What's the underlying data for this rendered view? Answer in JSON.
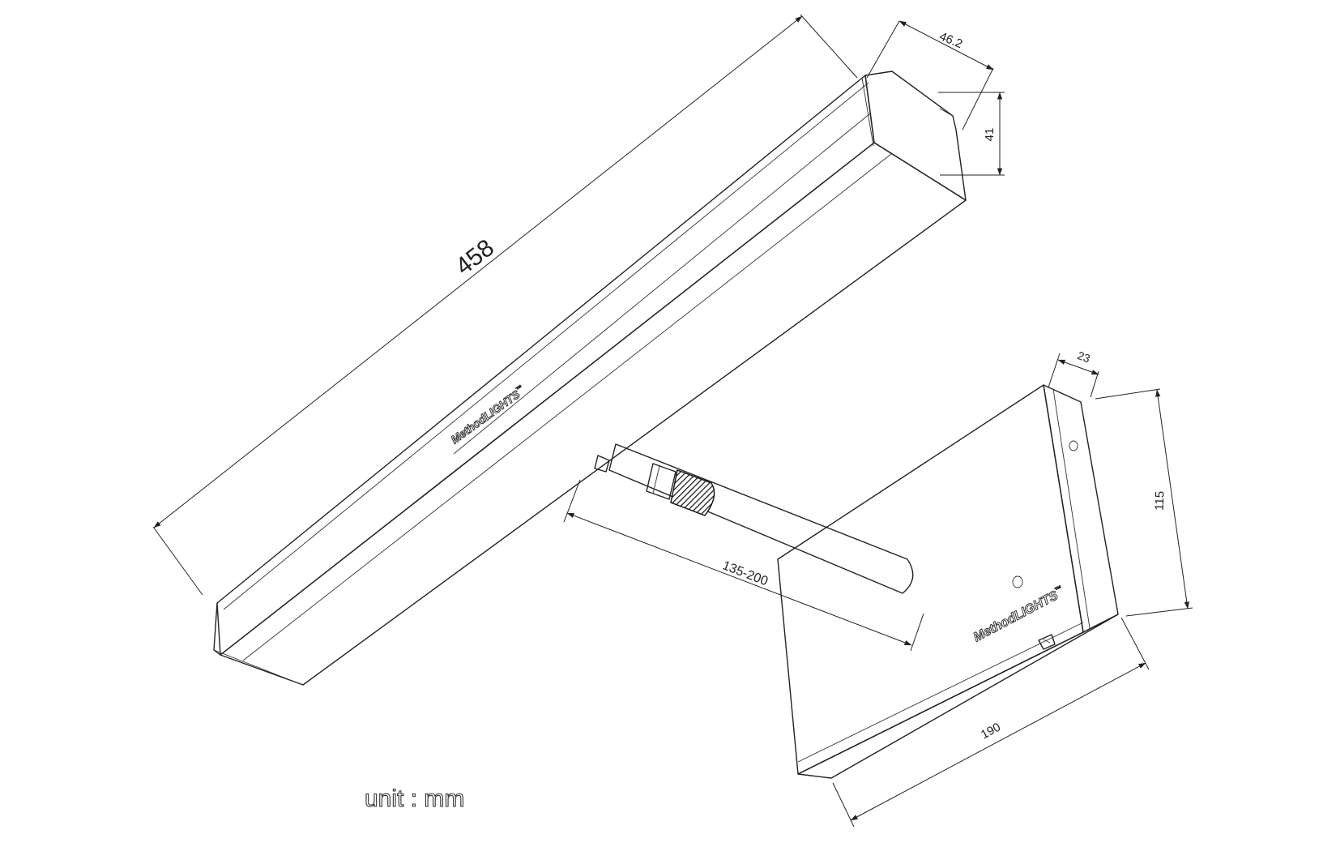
{
  "dimensions": {
    "length": "458",
    "head_width": "46.2",
    "head_height": "41",
    "arm_length": "135-200",
    "base_depth": "23",
    "base_height": "115",
    "base_width": "190"
  },
  "brand": {
    "name_part1": "Method",
    "name_part2": "LIGHTS",
    "trademark": "™"
  },
  "unit_label": "unit : mm"
}
